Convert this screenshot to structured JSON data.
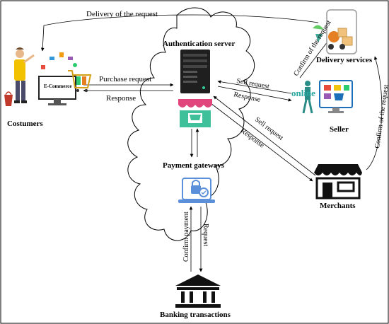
{
  "labels": {
    "delivery_of_request": "Delivery of the request",
    "confirm_request_top": "Confirm of the request",
    "confirm_request_right": "Confirm of the request",
    "auth_server": "Authentication server",
    "delivery_services": "Delivery services",
    "costumers": "Costumers",
    "ecommerce": "E-Commerce",
    "purchase_request": "Purchase request",
    "response_left": "Response",
    "sell_request_seller": "Sell request",
    "response_seller": "Response",
    "online": "online",
    "seller": "Seller",
    "sell_request_merchants": "Sell request",
    "response_merchants": "Response",
    "payment_gateways": "Payment gateways",
    "merchants": "Merchants",
    "confirm_payment": "Confirm payment",
    "request": "Request",
    "banking_transactions": "Banking transactions"
  },
  "colors": {
    "cloud_stroke": "#000000",
    "arrow": "#000000",
    "server": "#1f1f1f",
    "store_awning": "#e0457b",
    "store_body": "#3fbf9a",
    "gateway": "#5b8fd9",
    "online_text": "#2aa6a0",
    "seller_screen": "#1c6fb8",
    "bank": "#111111"
  }
}
